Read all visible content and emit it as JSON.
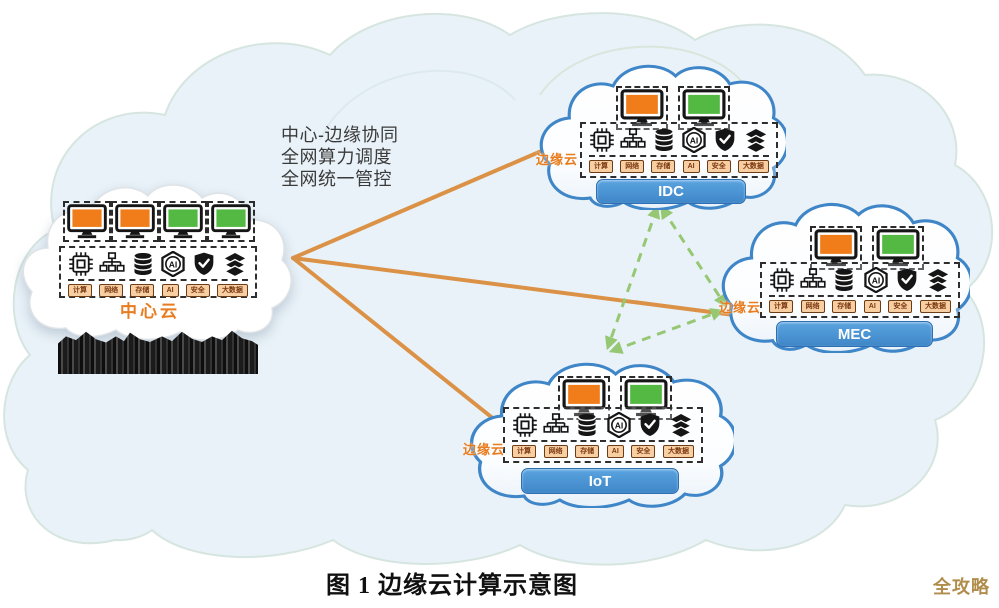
{
  "figure": {
    "caption": "图 1 边缘云计算示意图",
    "watermark": "全攻略"
  },
  "annotation": {
    "lines": [
      "中心-边缘协同",
      "全网算力调度",
      "全网统一管控"
    ]
  },
  "center_cloud": {
    "label": "中心云",
    "monitor_colors": [
      "#f07d1a",
      "#f07d1a",
      "#53b943",
      "#53b943"
    ]
  },
  "capabilities": [
    "计算",
    "网络",
    "存储",
    "AI",
    "安全",
    "大数据"
  ],
  "capability_icons": [
    "cpu-icon",
    "network-tree-icon",
    "database-icon",
    "ai-badge-icon",
    "shield-check-icon",
    "layers-icon"
  ],
  "edge_clouds": [
    {
      "label": "边缘云",
      "banner": "IDC"
    },
    {
      "label": "边缘云",
      "banner": "MEC"
    },
    {
      "label": "边缘云",
      "banner": "IoT"
    }
  ],
  "ai_icon_text": "AI",
  "colors": {
    "background_cloud": "#e9f2f8",
    "edge_cloud_outline": "#3f86c8",
    "link_orange": "#db9247",
    "link_green_dashed": "#96c873",
    "banner_blue": "#4a96d4",
    "monitor_orange": "#f07d1a",
    "monitor_green": "#53b943",
    "capability_box": "#f8cfa2",
    "label_orange": "#e87c1e",
    "watermark_gold": "#b08d4c"
  }
}
